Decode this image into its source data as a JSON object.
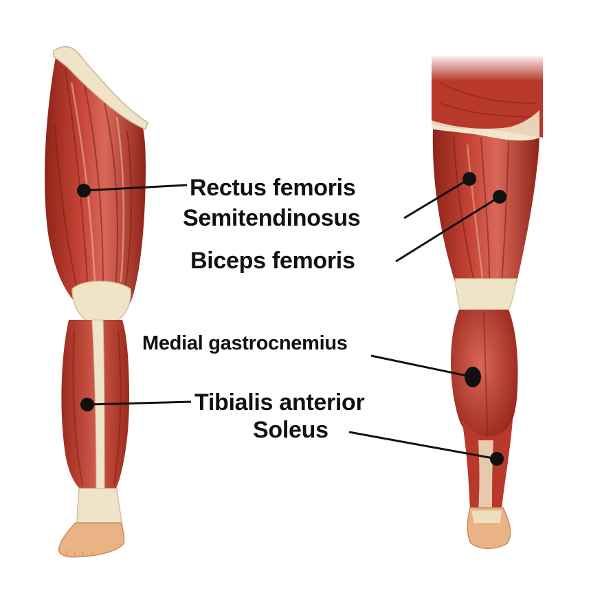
{
  "labels": {
    "rectus_femoris": "Rectus femoris",
    "semitendinosus": "Semitendinosus",
    "biceps_femoris": "Biceps femoris",
    "medial_gastrocnemius": "Medial gastrocnemius",
    "tibialis_anterior": "Tibialis anterior",
    "soleus": "Soleus"
  },
  "colors": {
    "muscle": "#b8392b",
    "muscle_dark": "#8e2418",
    "muscle_light": "#d9685a",
    "tendon": "#efe3c8",
    "skin": "#eab386",
    "leader_line": "#111111"
  }
}
